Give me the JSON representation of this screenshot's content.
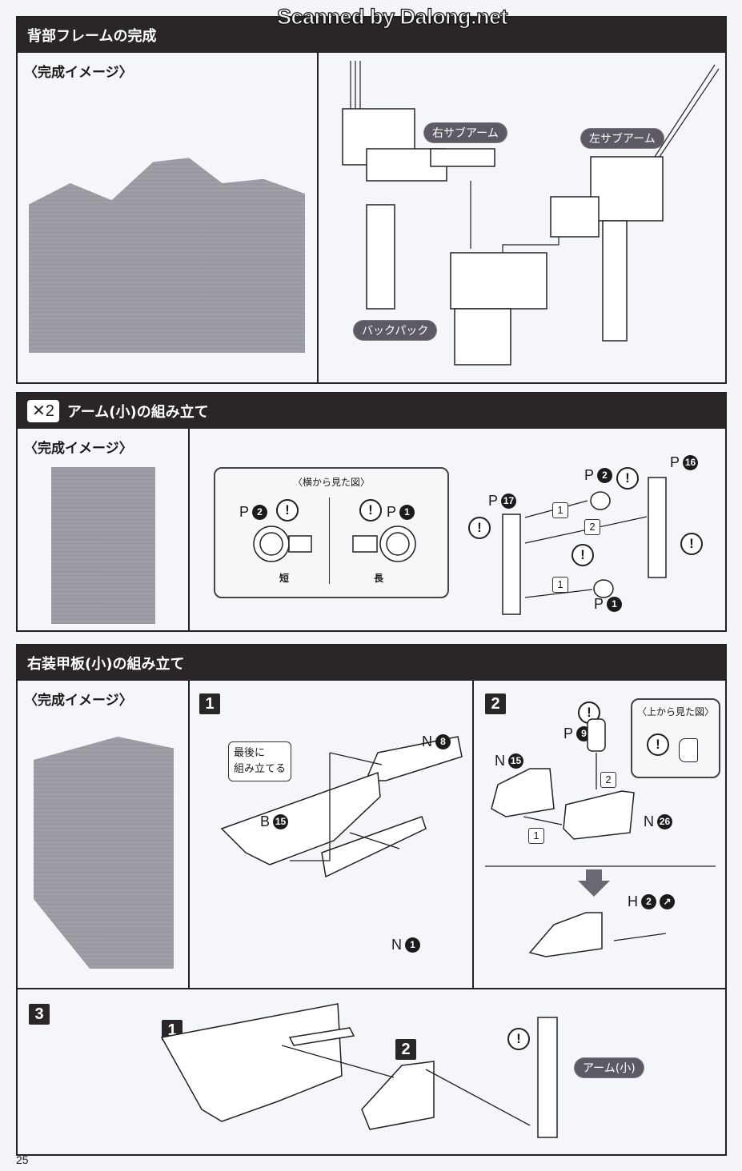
{
  "watermark": "Scanned by Dalong.net",
  "page_number": "25",
  "sections": [
    {
      "title": "背部フレームの完成",
      "image_label": "〈完成イメージ〉",
      "labels": {
        "right_sub_arm": "右サブアーム",
        "left_sub_arm": "左サブアーム",
        "backpack": "バックパック"
      }
    },
    {
      "multiplier": "✕2",
      "title": "アーム(小)の組み立て",
      "image_label": "〈完成イメージ〉",
      "side_view": {
        "title": "〈横から見た図〉",
        "left": {
          "part_letter": "P",
          "part_number": "2",
          "note": "短"
        },
        "right": {
          "part_letter": "P",
          "part_number": "1",
          "note": "長"
        }
      },
      "parts": [
        {
          "letter": "P",
          "number": "17"
        },
        {
          "letter": "P",
          "number": "2"
        },
        {
          "letter": "P",
          "number": "16"
        },
        {
          "letter": "P",
          "number": "1"
        }
      ],
      "order_marks": [
        "1",
        "2",
        "1"
      ],
      "warning": "!"
    },
    {
      "title": "右装甲板(小)の組み立て",
      "image_label": "〈完成イメージ〉",
      "step1": {
        "number": "1",
        "callout_line1": "最後に",
        "callout_line2": "組み立てる",
        "parts": [
          {
            "letter": "N",
            "number": "8"
          },
          {
            "letter": "B",
            "number": "15"
          },
          {
            "letter": "N",
            "number": "1"
          }
        ]
      },
      "step2": {
        "number": "2",
        "top_view_title": "〈上から見た図〉",
        "parts": [
          {
            "letter": "P",
            "number": "9"
          },
          {
            "letter": "N",
            "number": "15"
          },
          {
            "letter": "N",
            "number": "26"
          },
          {
            "letter": "H",
            "number": "2"
          }
        ],
        "order_marks": [
          "2",
          "1"
        ]
      },
      "step3": {
        "number": "3",
        "sub_steps": [
          "1",
          "2"
        ],
        "arm_label": "アーム(小)"
      }
    }
  ]
}
